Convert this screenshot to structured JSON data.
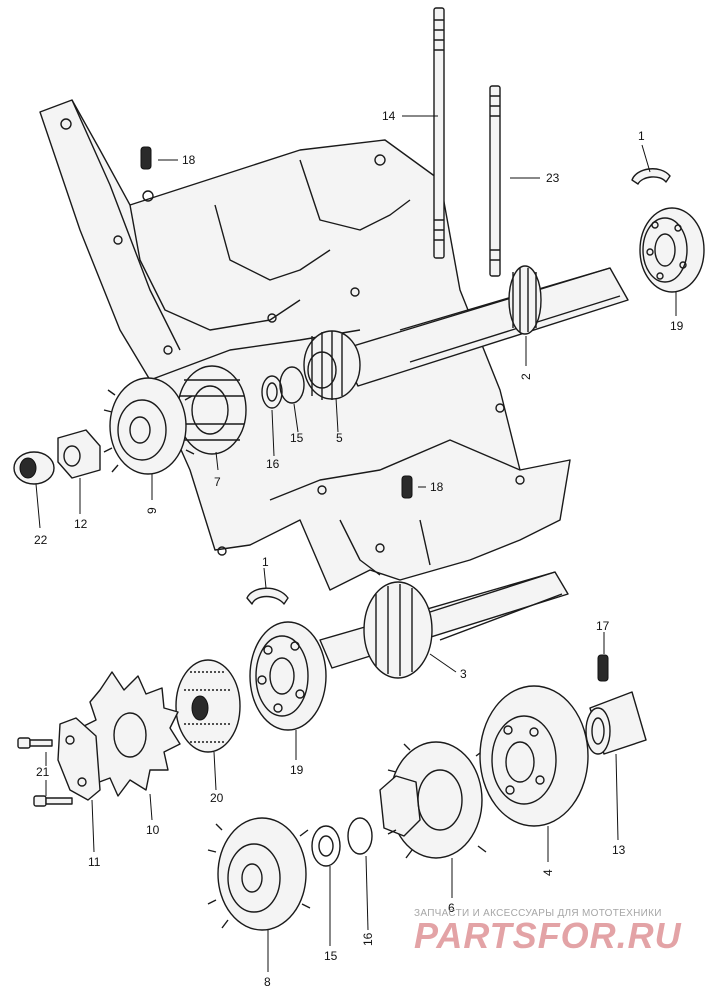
{
  "callouts": [
    {
      "id": "1a",
      "text": "1"
    },
    {
      "id": "1b",
      "text": "1"
    },
    {
      "id": "2",
      "text": "2"
    },
    {
      "id": "3",
      "text": "3"
    },
    {
      "id": "4",
      "text": "4"
    },
    {
      "id": "5",
      "text": "5"
    },
    {
      "id": "6",
      "text": "6"
    },
    {
      "id": "7",
      "text": "7"
    },
    {
      "id": "8",
      "text": "8"
    },
    {
      "id": "9",
      "text": "9"
    },
    {
      "id": "10",
      "text": "10"
    },
    {
      "id": "11",
      "text": "11"
    },
    {
      "id": "12",
      "text": "12"
    },
    {
      "id": "13",
      "text": "13"
    },
    {
      "id": "14",
      "text": "14"
    },
    {
      "id": "15a",
      "text": "15"
    },
    {
      "id": "15b",
      "text": "15"
    },
    {
      "id": "16a",
      "text": "16"
    },
    {
      "id": "16b",
      "text": "16"
    },
    {
      "id": "17",
      "text": "17"
    },
    {
      "id": "18a",
      "text": "18"
    },
    {
      "id": "18b",
      "text": "18"
    },
    {
      "id": "19a",
      "text": "19"
    },
    {
      "id": "19b",
      "text": "19"
    },
    {
      "id": "20",
      "text": "20"
    },
    {
      "id": "21",
      "text": "21"
    },
    {
      "id": "22",
      "text": "22"
    },
    {
      "id": "23",
      "text": "23"
    }
  ],
  "watermark": {
    "tagline": "ЗАПЧАСТИ И АКСЕССУАРЫ ДЛЯ МОТОТЕХНИКИ",
    "logo": "PARTSFOR.RU"
  }
}
